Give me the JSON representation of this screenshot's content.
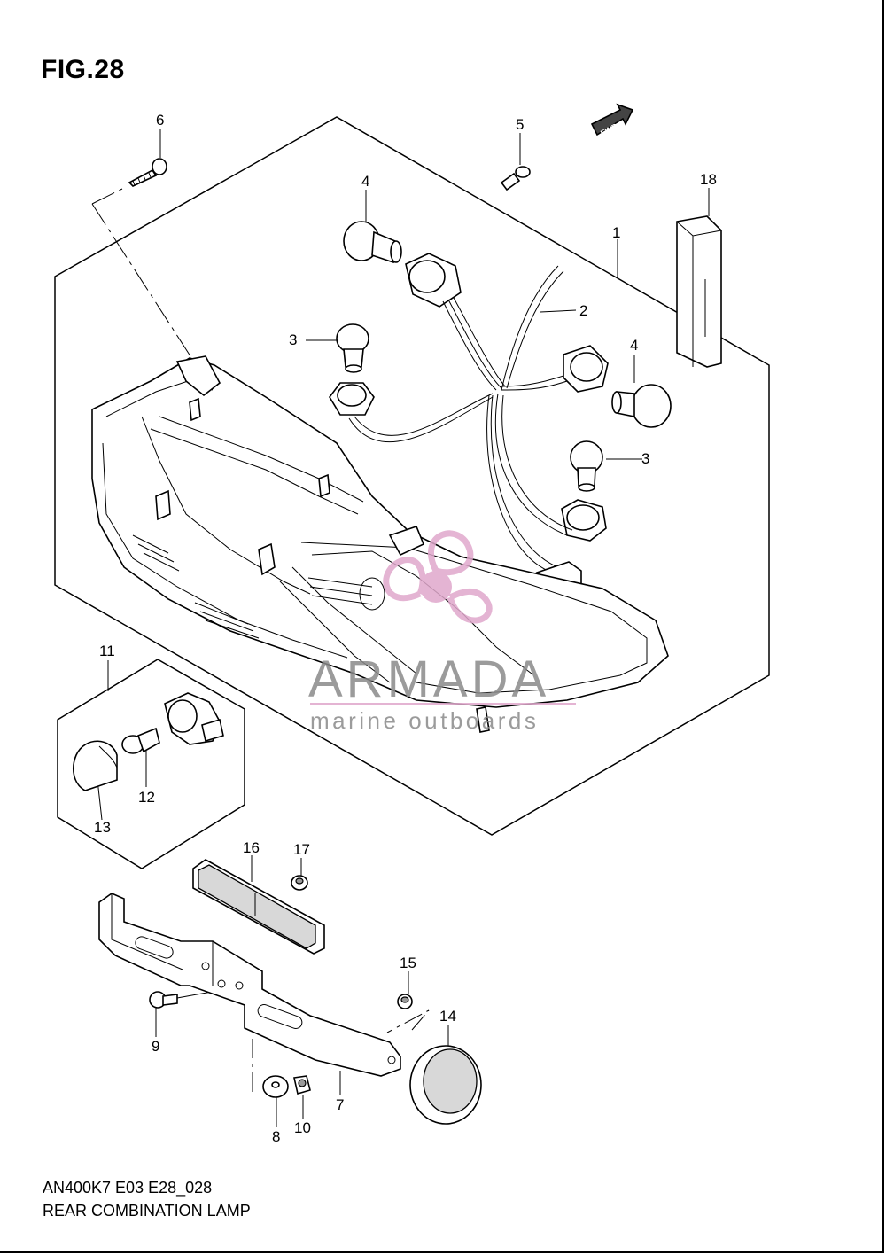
{
  "figure": {
    "title": "FIG.28",
    "model_code": "AN400K7 E03 E28_028",
    "caption": "REAR COMBINATION LAMP"
  },
  "fwd_marker": "FWD",
  "callouts": [
    "1",
    "2",
    "3",
    "3",
    "4",
    "4",
    "5",
    "6",
    "7",
    "8",
    "9",
    "10",
    "11",
    "12",
    "13",
    "14",
    "15",
    "16",
    "17",
    "18"
  ],
  "watermark": {
    "brand": "ARMADA",
    "tagline": "marine outboards",
    "colors": {
      "text": "#8a8a8a",
      "logo": "#e0a8cc",
      "logo_dark": "#cc88b8"
    }
  }
}
